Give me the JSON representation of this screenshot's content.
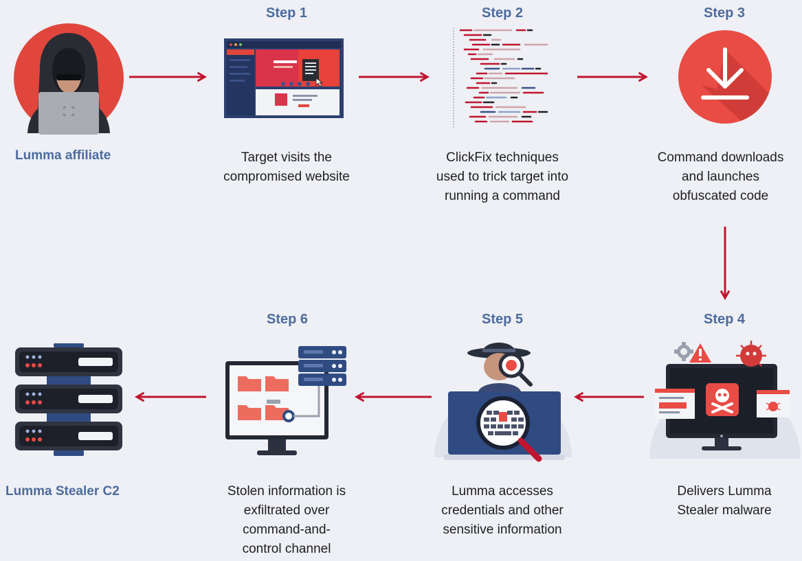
{
  "nodes": {
    "affiliate_label": "Lumma affiliate",
    "c2_label": "Lumma Stealer C2"
  },
  "steps": [
    {
      "title": "Step 1",
      "caption": [
        "Target visits the",
        "compromised website"
      ]
    },
    {
      "title": "Step 2",
      "caption": [
        "ClickFix techniques",
        "used to trick target into",
        "running a command"
      ]
    },
    {
      "title": "Step 3",
      "caption": [
        "Command downloads",
        "and launches",
        "obfuscated code"
      ]
    },
    {
      "title": "Step 4",
      "caption": [
        "Delivers Lumma",
        "Stealer malware"
      ]
    },
    {
      "title": "Step 5",
      "caption": [
        "Lumma accesses",
        "credentials and other",
        "sensitive information"
      ]
    },
    {
      "title": "Step 6",
      "caption": [
        "Stolen information is",
        "exfiltrated over",
        "command-and-",
        "control channel"
      ]
    }
  ],
  "colors": {
    "arrow": "#c0152f",
    "title": "#4c6b9e",
    "accent_red": "#e0463c",
    "navy": "#2f4b82",
    "dark": "#222733"
  },
  "icons": [
    "hacker-icon",
    "website-icon",
    "code-icon",
    "download-icon",
    "malware-monitor-icon",
    "spy-magnifier-icon",
    "exfiltration-monitor-icon",
    "server-rack-icon"
  ]
}
